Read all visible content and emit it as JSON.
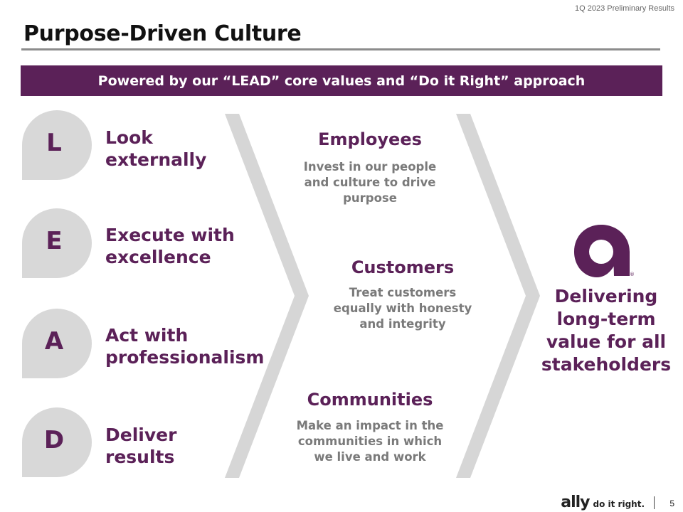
{
  "header": {
    "note": "1Q 2023 Preliminary Results"
  },
  "title": "Purpose-Driven Culture",
  "banner": "Powered by our “LEAD” core values and “Do it Right” approach",
  "values": [
    {
      "letter": "L",
      "label": "Look\nexternally"
    },
    {
      "letter": "E",
      "label": "Execute with\nexcellence"
    },
    {
      "letter": "A",
      "label": "Act with\nprofessionalism"
    },
    {
      "letter": "D",
      "label": "Deliver\nresults"
    }
  ],
  "stakeholders": [
    {
      "heading": "Employees",
      "body": "Invest in our people\nand culture to drive\npurpose"
    },
    {
      "heading": "Customers",
      "body": "Treat customers\nequally with honesty\nand integrity"
    },
    {
      "heading": "Communities",
      "body": "Make an impact in the\ncommunities in which\nwe live and work"
    }
  ],
  "outcome": "Delivering\nlong-term\nvalue for all\nstakeholders",
  "footer": {
    "brand": "ally",
    "tagline": "do it right.",
    "page": "5"
  },
  "colors": {
    "brand_purple": "#5b2158",
    "chevron_gray": "#d6d6d6",
    "body_gray": "#7a7a7a"
  },
  "icons": [
    "ally-logo-mark-icon",
    "registered-mark-icon"
  ]
}
